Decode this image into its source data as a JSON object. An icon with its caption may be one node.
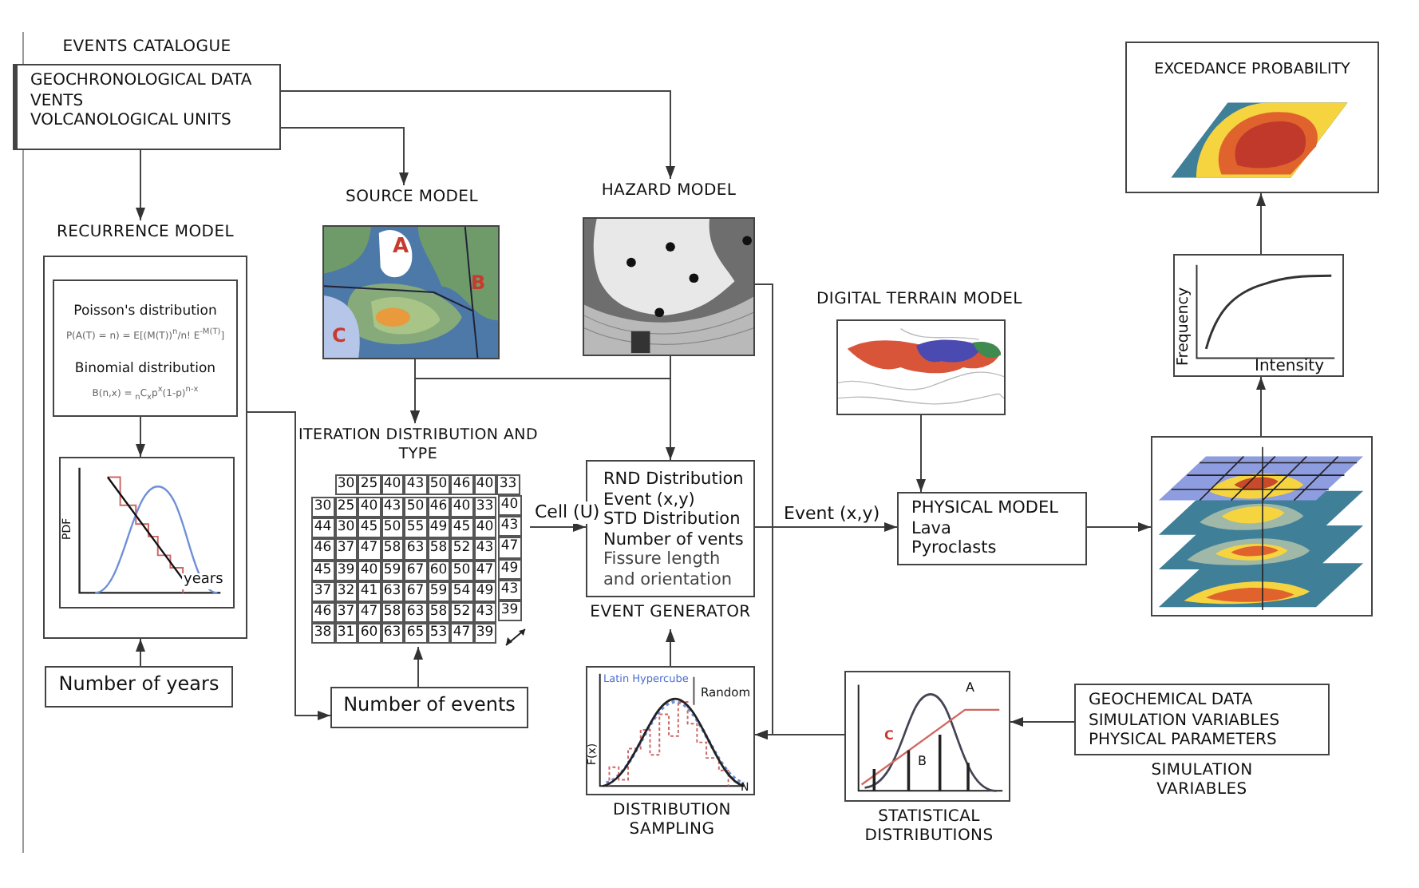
{
  "diagram": {
    "nodes": [
      {
        "text": [
          "EVENTS CATALOGUE",
          "GEOCHRONOLOGICAL DATA",
          "VENTS",
          "VOLCANOLOGICAL UNITS"
        ]
      },
      {
        "text": [
          "RECURRENCE MODEL"
        ]
      },
      {
        "text": [
          "Poisson's distribution",
          "P(A(T) = n) = E[(M(T))$^{n}$/n! E$^{-M(T)}$]",
          "Binomial distribution",
          "B(n,x) = $_{n}$C$_{x}$p$^{x}$(1-p)$^{n-x}$"
        ],
        "in": 1
      },
      {
        "text": [
          "PDF",
          "years"
        ],
        "in": 1
      },
      {
        "text": [
          "Number of years"
        ]
      },
      {
        "text": [
          "SOURCE MODEL",
          "A",
          "B",
          "C"
        ]
      },
      {
        "text": [
          "HAZARD MODEL"
        ]
      },
      {
        "text": [
          "ITERATION DISTRIBUTION AND TYPE"
        ]
      },
      {
        "text": [
          "Number of events"
        ]
      },
      {
        "text": [
          "RND Distribution",
          "Event (x,y)",
          "STD Distribution",
          "Number of vents",
          "Fissure length and orientation",
          "EVENT GENERATOR"
        ]
      },
      {
        "text": [
          "DIGITAL TERRAIN MODEL"
        ]
      },
      {
        "text": [
          "PHYSICAL MODEL",
          "Lava",
          "Pyroclasts"
        ]
      },
      {
        "text": [],
        "shape": "picture"
      },
      {
        "text": [
          "Frequency",
          "Intensity"
        ]
      },
      {
        "text": [
          "EXCEDANCE PROBABILITY"
        ]
      },
      {
        "text": [
          "Latin Hypercube",
          "Random",
          "F(x)",
          "N",
          "DISTRIBUTION SAMPLING"
        ]
      },
      {
        "text": [
          "A",
          "B",
          "C",
          "STATISTICAL DISTRIBUTIONS"
        ]
      },
      {
        "text": [
          "GEOCHEMICAL DATA",
          "SIMULATION VARIABLES",
          "PHYSICAL PARAMETERS",
          "SIMULATION VARIABLES"
        ]
      }
    ],
    "edges": [
      {
        "from": 0,
        "to": 1,
        "arrow": "to"
      },
      {
        "from": 0,
        "to": 5,
        "arrow": "to"
      },
      {
        "from": 0,
        "to": 6,
        "arrow": "to"
      },
      {
        "from": 2,
        "to": 3,
        "arrow": "to"
      },
      {
        "from": 4,
        "to": 1,
        "arrow": "to"
      },
      {
        "from": 1,
        "to": 8,
        "arrow": "to"
      },
      {
        "from": 5,
        "to": 7,
        "arrow": "to"
      },
      {
        "from": 6,
        "to": 7,
        "arrow": "to"
      },
      {
        "from": 6,
        "to": 9,
        "arrow": "to"
      },
      {
        "from": 8,
        "to": 7,
        "arrow": "to"
      },
      {
        "from": 7,
        "to": 9,
        "arrow": "to",
        "label": "Cell (U)"
      },
      {
        "from": 9,
        "to": 11,
        "arrow": "to",
        "label": "Event (x,y)"
      },
      {
        "from": 6,
        "to": 15,
        "arrow": "to"
      },
      {
        "from": 10,
        "to": 11,
        "arrow": "to"
      },
      {
        "from": 11,
        "to": 12,
        "arrow": "to"
      },
      {
        "from": 12,
        "to": 13,
        "arrow": "to"
      },
      {
        "from": 13,
        "to": 14,
        "arrow": "to"
      },
      {
        "from": 17,
        "to": 16,
        "arrow": "to"
      },
      {
        "from": 16,
        "to": 15,
        "arrow": "to"
      },
      {
        "from": 15,
        "to": 9,
        "arrow": "to"
      }
    ],
    "labels": [
      "30",
      "25",
      "40",
      "43",
      "50",
      "46",
      "40",
      "33",
      "30",
      "25",
      "40",
      "43",
      "50",
      "46",
      "40",
      "33",
      "40",
      "44",
      "30",
      "45",
      "50",
      "55",
      "49",
      "45",
      "40",
      "43",
      "46",
      "37",
      "47",
      "58",
      "63",
      "58",
      "52",
      "43",
      "47",
      "45",
      "39",
      "40",
      "59",
      "67",
      "60",
      "50",
      "47",
      "49",
      "37",
      "32",
      "41",
      "63",
      "67",
      "59",
      "54",
      "49",
      "43",
      "46",
      "37",
      "47",
      "58",
      "63",
      "58",
      "52",
      "43",
      "39",
      "38",
      "31",
      "60",
      "63",
      "65",
      "53",
      "47",
      "39"
    ]
  }
}
